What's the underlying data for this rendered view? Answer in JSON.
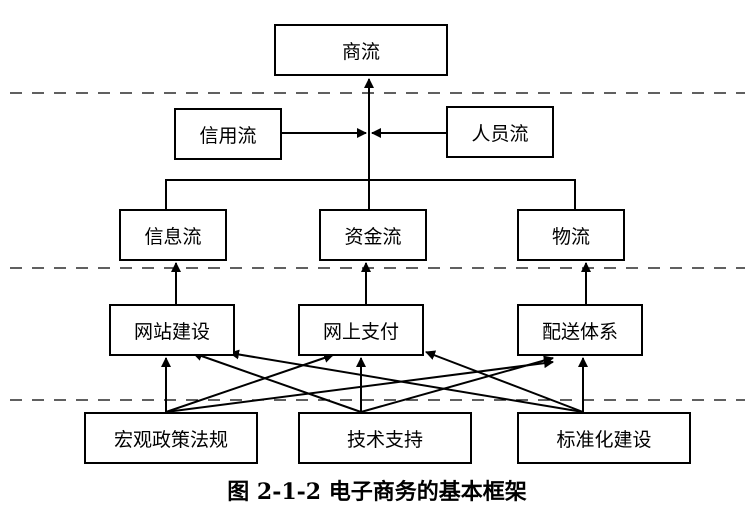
{
  "nodes": {
    "commerce_flow": "商流",
    "credit_flow": "信用流",
    "personnel_flow": "人员流",
    "information_flow": "信息流",
    "capital_flow": "资金流",
    "logistics_flow": "物流",
    "website_construction": "网站建设",
    "online_payment": "网上支付",
    "delivery_system": "配送体系",
    "macro_policy": "宏观政策法规",
    "technical_support": "技术支持",
    "standardization": "标准化建设"
  },
  "caption": "图 2-1-2 电子商务的基本框架"
}
